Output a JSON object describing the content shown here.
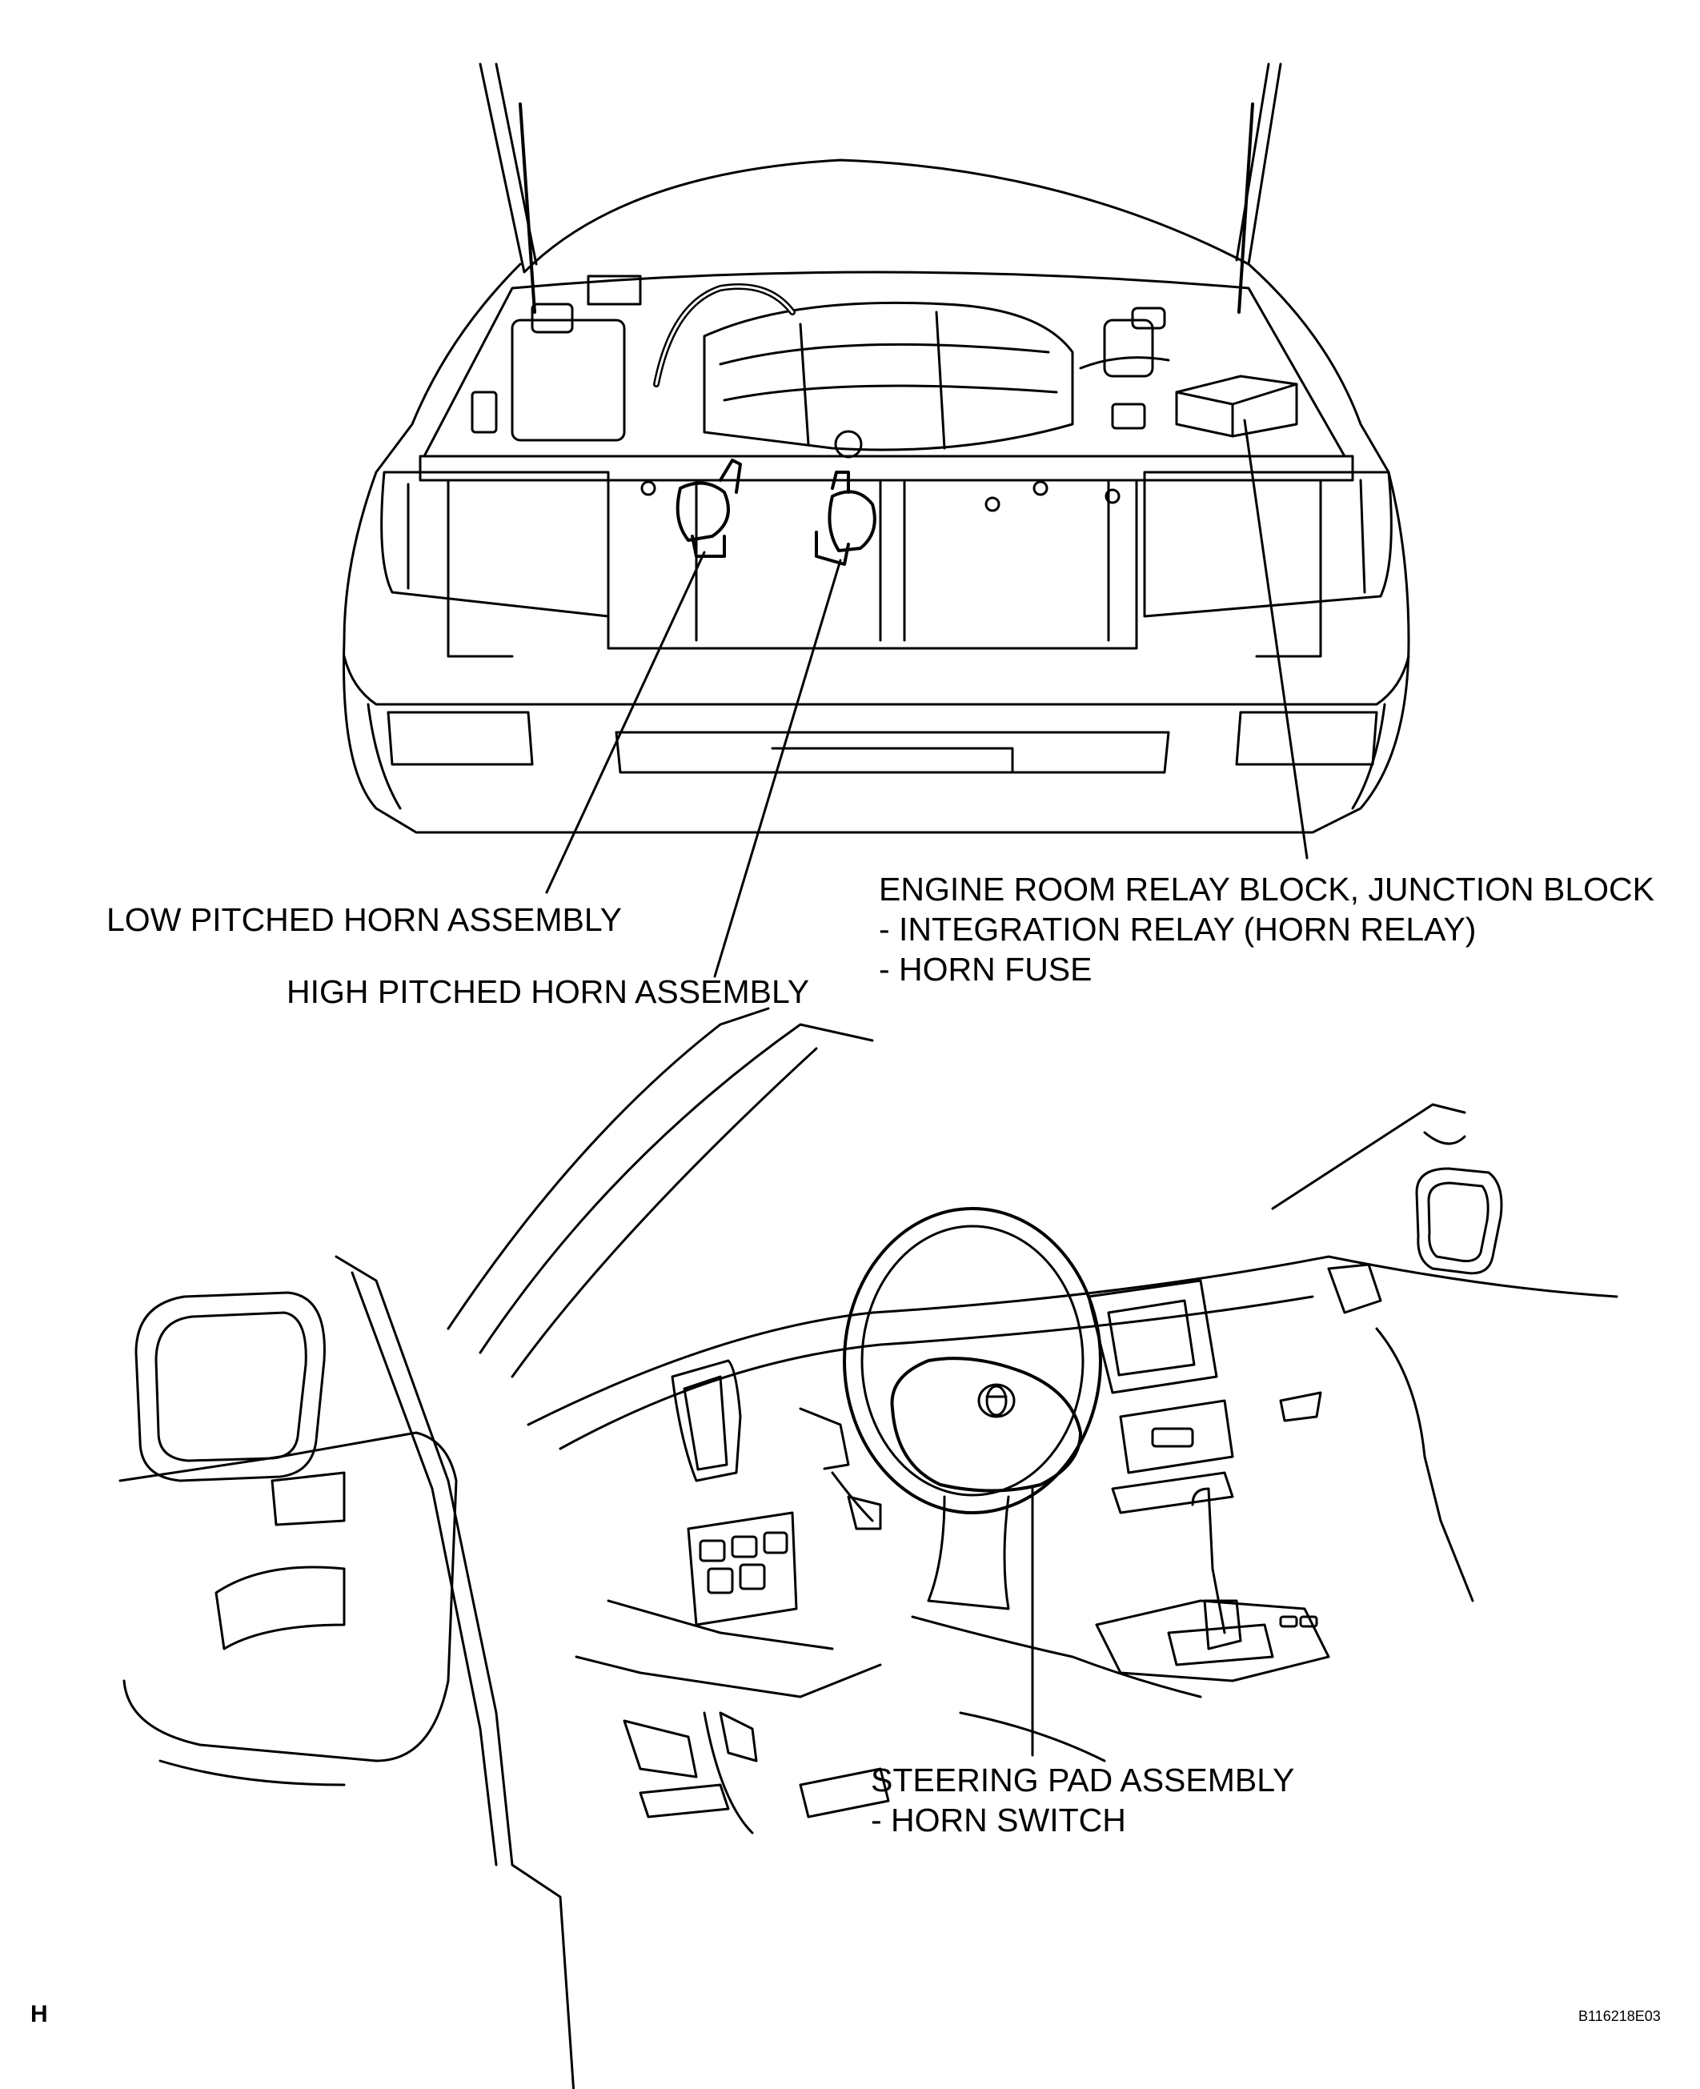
{
  "callouts": {
    "low_horn": "LOW PITCHED HORN ASSEMBLY",
    "high_horn": "HIGH PITCHED HORN ASSEMBLY",
    "relay_block": {
      "line1": "ENGINE ROOM RELAY BLOCK, JUNCTION BLOCK",
      "line2": "- INTEGRATION RELAY (HORN RELAY)",
      "line3": "- HORN FUSE"
    },
    "steering_pad": {
      "line1": "STEERING PAD ASSEMBLY",
      "line2": "- HORN SWITCH"
    }
  },
  "footer": {
    "section_letter": "H",
    "figure_code": "B116218E03"
  }
}
